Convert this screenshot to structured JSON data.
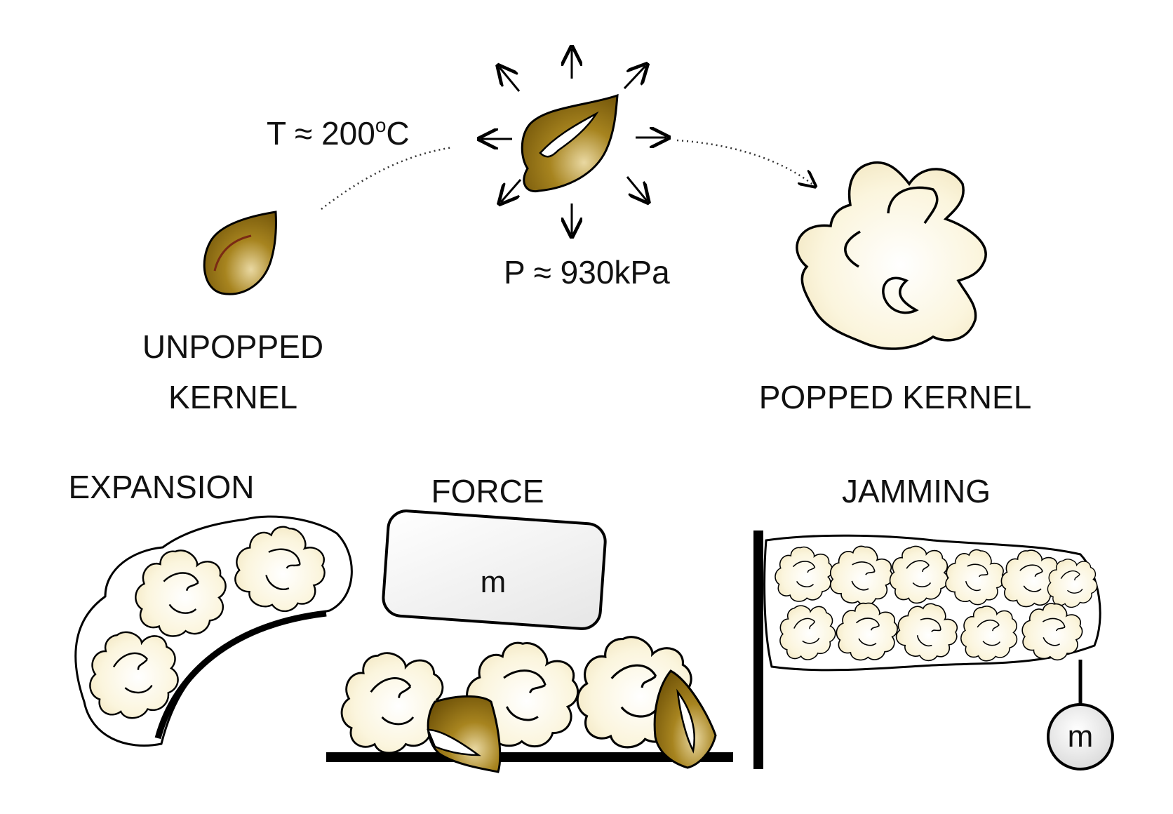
{
  "labels": {
    "temperature": "T ≈ 200",
    "temperature_sup": "o",
    "temperature_unit": "C",
    "pressure": "P ≈ 930kPa",
    "unpopped_line1": "UNPOPPED",
    "unpopped_line2": "KERNEL",
    "popped": "POPPED KERNEL",
    "expansion": "EXPANSION",
    "force": "FORCE",
    "jamming": "JAMMING",
    "mass_force": "m",
    "mass_jamming": "m"
  },
  "colors": {
    "kernel": "#8a6a10",
    "kernel_light": "#c9a94a",
    "popcorn": "#fbf6e2",
    "popcorn_shade": "#efe2b8",
    "ink": "#000000"
  }
}
